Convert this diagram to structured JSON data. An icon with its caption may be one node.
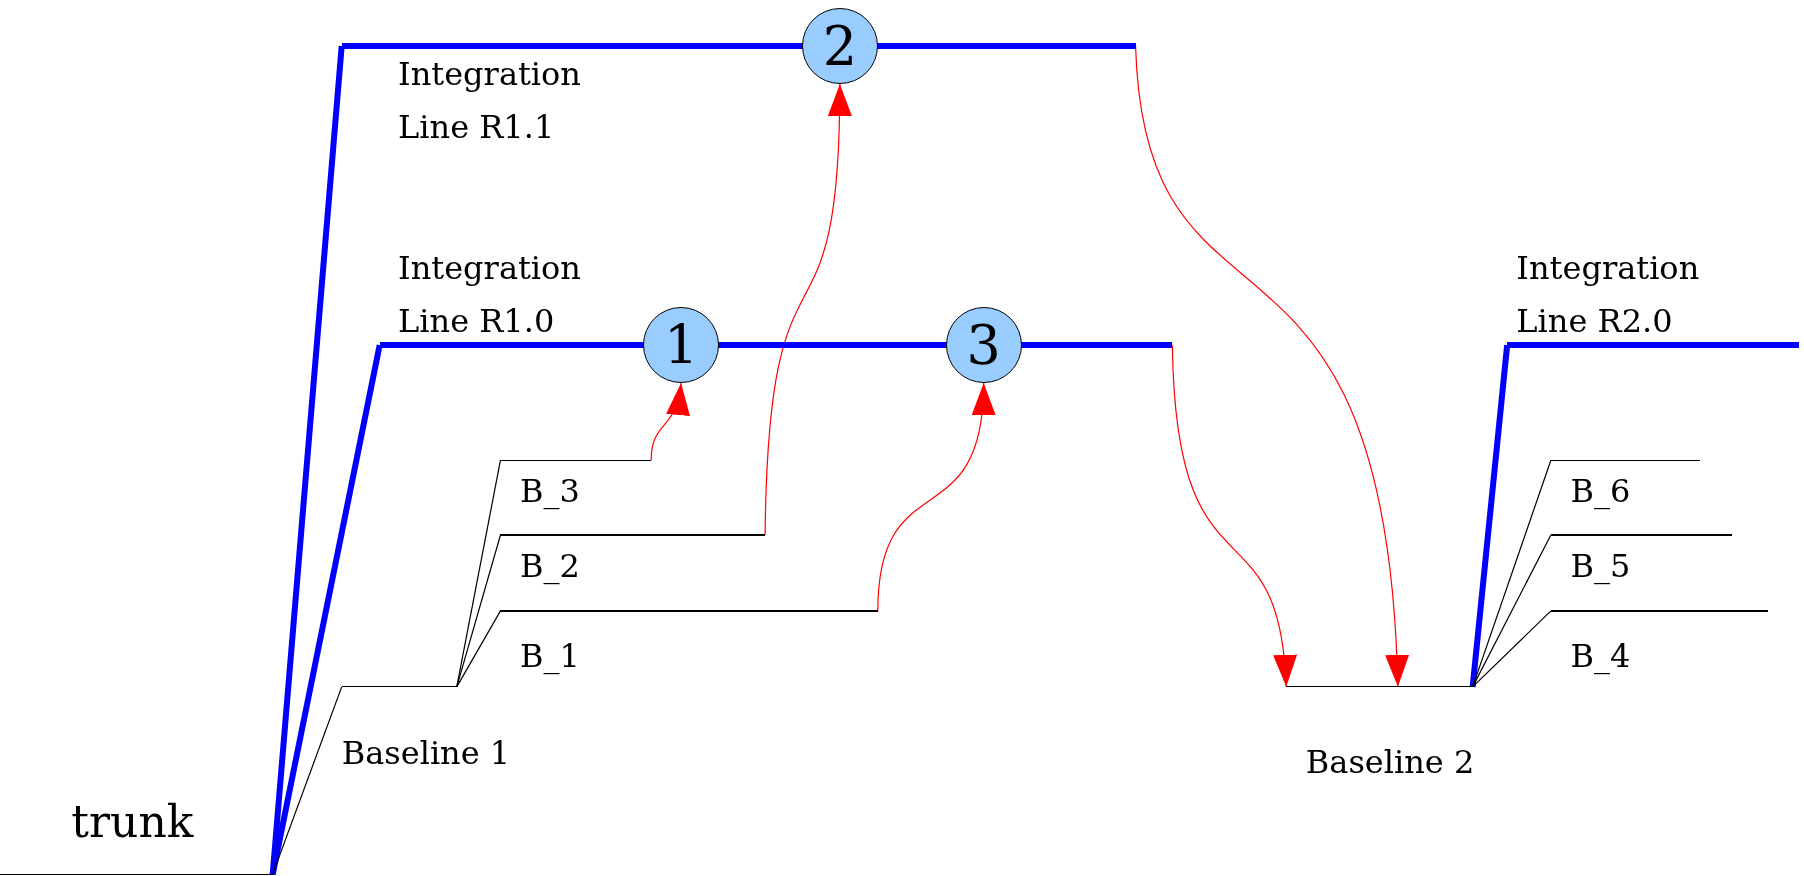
{
  "diagram": {
    "nodes": [
      {
        "text": [
          "trunk"
        ]
      },
      {
        "text": [
          "Integration Line R1.1"
        ]
      },
      {
        "text": [
          "2"
        ],
        "in": 1
      },
      {
        "text": [
          "Integration Line R1.0"
        ]
      },
      {
        "text": [
          "1"
        ],
        "in": 3
      },
      {
        "text": [
          "3"
        ],
        "in": 3
      },
      {
        "text": [
          "B_3"
        ]
      },
      {
        "text": [
          "B_2"
        ]
      },
      {
        "text": [
          "B_1"
        ]
      },
      {
        "text": [
          "Baseline 1"
        ]
      },
      {
        "text": [
          "Integration Line R2.0"
        ]
      },
      {
        "text": [
          "B_6"
        ]
      },
      {
        "text": [
          "B_5"
        ]
      },
      {
        "text": [
          "B_4"
        ]
      },
      {
        "text": [
          "Baseline 2"
        ]
      }
    ],
    "edges": [
      {
        "from": 0,
        "to": 1,
        "arrow": "none",
        "style": "thick",
        "color": "#0000ff"
      },
      {
        "from": 0,
        "to": 3,
        "arrow": "none",
        "style": "thick",
        "color": "#0000ff"
      },
      {
        "from": 0,
        "to": 9,
        "arrow": "none"
      },
      {
        "from": 9,
        "to": 8,
        "arrow": "none"
      },
      {
        "from": 9,
        "to": 7,
        "arrow": "none"
      },
      {
        "from": 9,
        "to": 6,
        "arrow": "none"
      },
      {
        "from": 14,
        "to": 10,
        "arrow": "none",
        "style": "thick",
        "color": "#0000ff"
      },
      {
        "from": 14,
        "to": 13,
        "arrow": "none"
      },
      {
        "from": 14,
        "to": 12,
        "arrow": "none"
      },
      {
        "from": 14,
        "to": 11,
        "arrow": "none"
      },
      {
        "from": 6,
        "to": 4,
        "arrow": "to",
        "color": "#ff0000"
      },
      {
        "from": 7,
        "to": 2,
        "arrow": "to",
        "color": "#ff0000"
      },
      {
        "from": 8,
        "to": 5,
        "arrow": "to",
        "color": "#ff0000"
      },
      {
        "from": 1,
        "to": 14,
        "arrow": "to",
        "color": "#ff0000"
      },
      {
        "from": 3,
        "to": 14,
        "arrow": "to",
        "color": "#ff0000"
      }
    ]
  }
}
